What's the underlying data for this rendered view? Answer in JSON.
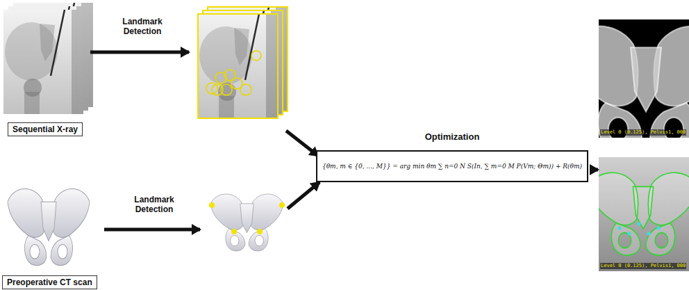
{
  "diagram": {
    "nodes": [
      {
        "text": [
          "Sequential X-ray"
        ]
      },
      {
        "text": [
          "Preoperative CT scan"
        ]
      },
      {
        "text": [
          "Optimization",
          "{θm, m ∈ {0, ..., M}} = arg min θm ∑ n=0 N S(In, ∑ m=0 M P(Vm; Θm)) + R(θm)"
        ]
      },
      {
        "text": [
          "Level 0 (0.125), Pelvis1, 000"
        ]
      },
      {
        "text": [
          "Level 0 (0.125), Pelvis1, 000"
        ]
      }
    ],
    "edges": [
      {
        "from": 2,
        "to": 4,
        "arrow": "to"
      }
    ],
    "labels": [
      "Landmark Detection",
      "Landmark Detection"
    ]
  }
}
